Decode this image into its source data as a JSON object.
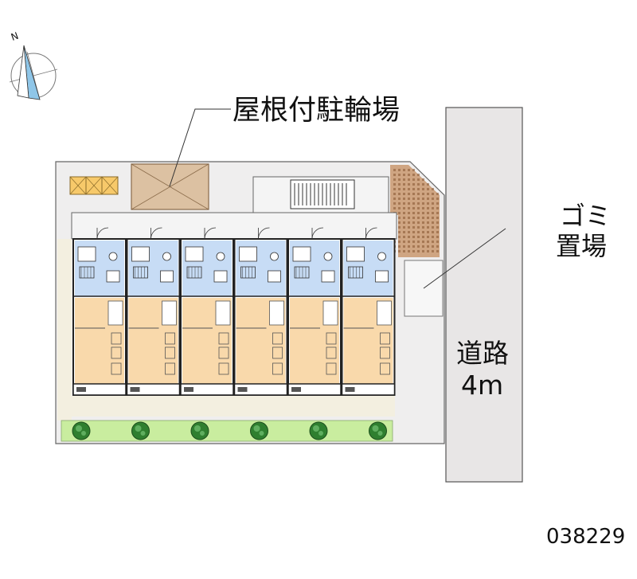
{
  "labels": {
    "bike_parking": "屋根付駐輪場",
    "garbage_line1": "ゴミ",
    "garbage_line2": "置場",
    "road_line1": "道路",
    "road_line2": "4m",
    "property_id": "038229",
    "compass_letter": "N"
  },
  "colors": {
    "lot": "#efeeee",
    "road": "#e8e6e6",
    "unit_floor": "#f9d9ab",
    "wet_area": "#c7dcf5",
    "greenery": "#c9ed9f",
    "tree": "#2f7f2f",
    "bike_shelter": "#dcc1a2",
    "brick": "#c9986e",
    "sand": "#f3efe0",
    "compass": "#8fc6e8"
  },
  "units": [
    {
      "id": 1
    },
    {
      "id": 2
    },
    {
      "id": 3
    },
    {
      "id": 4
    },
    {
      "id": 5
    },
    {
      "id": 6
    }
  ],
  "trees": [
    {
      "id": 1
    },
    {
      "id": 2
    },
    {
      "id": 3
    },
    {
      "id": 4
    },
    {
      "id": 5
    },
    {
      "id": 6
    }
  ]
}
